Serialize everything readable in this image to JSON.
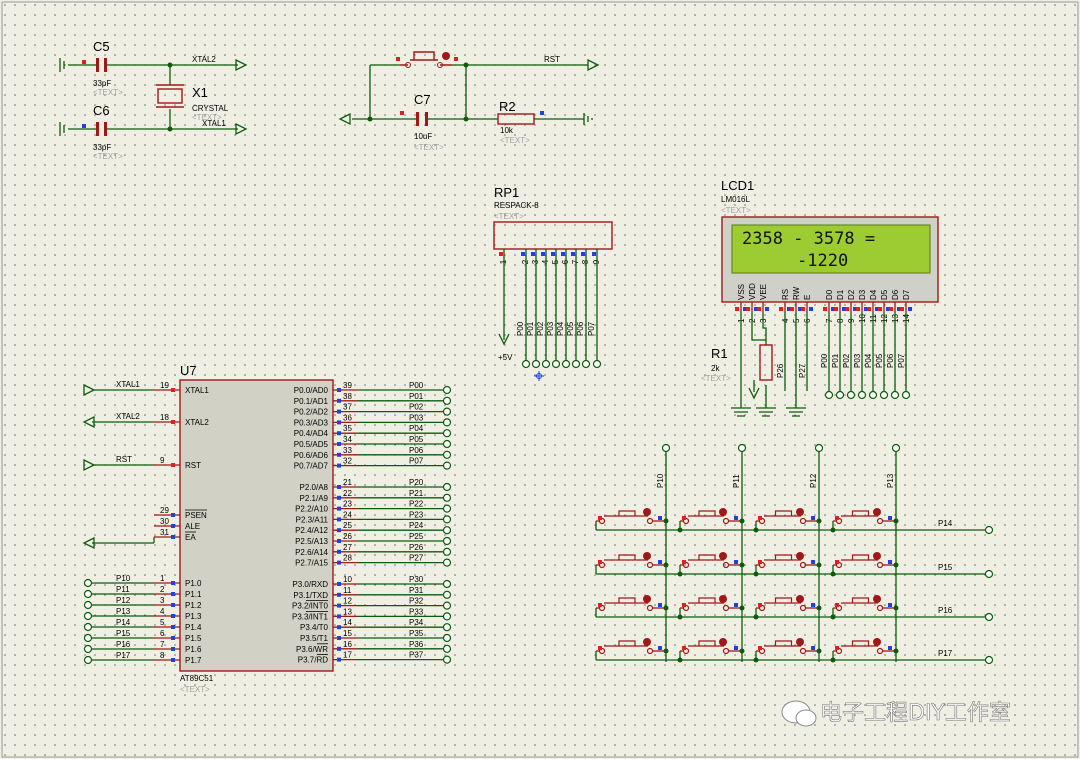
{
  "crystal": {
    "c5": "C5",
    "c5v": "33pF",
    "c6": "C6",
    "c6v": "33pF",
    "x1": "X1",
    "x1v": "CRYSTAL",
    "xtal2": "XTAL2",
    "xtal1": "XTAL1"
  },
  "reset": {
    "c7": "C7",
    "c7v": "10uF",
    "r2": "R2",
    "r2v": "10k",
    "rst": "RST"
  },
  "text_placeholder": "<TEXT>",
  "mcu": {
    "ref": "U7",
    "part": "AT89C51",
    "left_pins": [
      {
        "num": "19",
        "name": "XTAL1",
        "net": "XTAL1"
      },
      {
        "num": "18",
        "name": "XTAL2",
        "net": "XTAL2"
      },
      {
        "num": "9",
        "name": "RST",
        "net": "RST"
      },
      {
        "num": "29",
        "name": "PSEN",
        "net": ""
      },
      {
        "num": "30",
        "name": "ALE",
        "net": ""
      },
      {
        "num": "31",
        "name": "EA",
        "net": ""
      },
      {
        "num": "1",
        "name": "P1.0",
        "net": "P10"
      },
      {
        "num": "2",
        "name": "P1.1",
        "net": "P11"
      },
      {
        "num": "3",
        "name": "P1.2",
        "net": "P12"
      },
      {
        "num": "4",
        "name": "P1.3",
        "net": "P13"
      },
      {
        "num": "5",
        "name": "P1.4",
        "net": "P14"
      },
      {
        "num": "6",
        "name": "P1.5",
        "net": "P15"
      },
      {
        "num": "7",
        "name": "P1.6",
        "net": "P16"
      },
      {
        "num": "8",
        "name": "P1.7",
        "net": "P17"
      }
    ],
    "right_p0": [
      {
        "num": "39",
        "name": "P0.0/AD0",
        "net": "P00"
      },
      {
        "num": "38",
        "name": "P0.1/AD1",
        "net": "P01"
      },
      {
        "num": "37",
        "name": "P0.2/AD2",
        "net": "P02"
      },
      {
        "num": "36",
        "name": "P0.3/AD3",
        "net": "P03"
      },
      {
        "num": "35",
        "name": "P0.4/AD4",
        "net": "P04"
      },
      {
        "num": "34",
        "name": "P0.5/AD5",
        "net": "P05"
      },
      {
        "num": "33",
        "name": "P0.6/AD6",
        "net": "P06"
      },
      {
        "num": "32",
        "name": "P0.7/AD7",
        "net": "P07"
      }
    ],
    "right_p2": [
      {
        "num": "21",
        "name": "P2.0/A8",
        "net": "P20"
      },
      {
        "num": "22",
        "name": "P2.1/A9",
        "net": "P21"
      },
      {
        "num": "23",
        "name": "P2.2/A10",
        "net": "P22"
      },
      {
        "num": "24",
        "name": "P2.3/A11",
        "net": "P23"
      },
      {
        "num": "25",
        "name": "P2.4/A12",
        "net": "P24"
      },
      {
        "num": "26",
        "name": "P2.5/A13",
        "net": "P25"
      },
      {
        "num": "27",
        "name": "P2.6/A14",
        "net": "P26"
      },
      {
        "num": "28",
        "name": "P2.7/A15",
        "net": "P27"
      }
    ],
    "right_p3": [
      {
        "num": "10",
        "name": "P3.0/RXD",
        "net": "P30"
      },
      {
        "num": "11",
        "name": "P3.1/TXD",
        "net": "P31"
      },
      {
        "num": "12",
        "name": "P3.2/INT0",
        "net": "P32"
      },
      {
        "num": "13",
        "name": "P3.3/INT1",
        "net": "P33"
      },
      {
        "num": "14",
        "name": "P3.4/T0",
        "net": "P34"
      },
      {
        "num": "15",
        "name": "P3.5/T1",
        "net": "P35"
      },
      {
        "num": "16",
        "name": "P3.6/WR",
        "net": "P36"
      },
      {
        "num": "17",
        "name": "P3.7/RD",
        "net": "P37"
      }
    ]
  },
  "rp1": {
    "ref": "RP1",
    "part": "RESPACK-8",
    "pins": [
      "1",
      "2",
      "3",
      "4",
      "5",
      "6",
      "7",
      "8",
      "9"
    ],
    "nets": [
      "P00",
      "P01",
      "P02",
      "P03",
      "P04",
      "P05",
      "P06",
      "P07"
    ],
    "power": "+5V"
  },
  "lcd": {
    "ref": "LCD1",
    "part": "LM016L",
    "line1": "2358 - 3578 =",
    "line2": "-1220",
    "pin_names": [
      "VSS",
      "VDD",
      "VEE",
      "RS",
      "RW",
      "E",
      "D0",
      "D1",
      "D2",
      "D3",
      "D4",
      "D5",
      "D6",
      "D7"
    ],
    "pin_nums": [
      "1",
      "2",
      "3",
      "4",
      "5",
      "6",
      "7",
      "8",
      "9",
      "10",
      "11",
      "12",
      "13",
      "14"
    ],
    "rs_net": "P26",
    "e_net": "P27",
    "data_nets": [
      "P00",
      "P01",
      "P02",
      "P03",
      "P04",
      "P05",
      "P06",
      "P07"
    ]
  },
  "r1": {
    "ref": "R1",
    "value": "2k"
  },
  "keypad": {
    "col_nets": [
      "P10",
      "P11",
      "P12",
      "P13"
    ],
    "row_nets": [
      "P14",
      "P15",
      "P16",
      "P17"
    ]
  },
  "watermark": "电子工程DIY工作室"
}
